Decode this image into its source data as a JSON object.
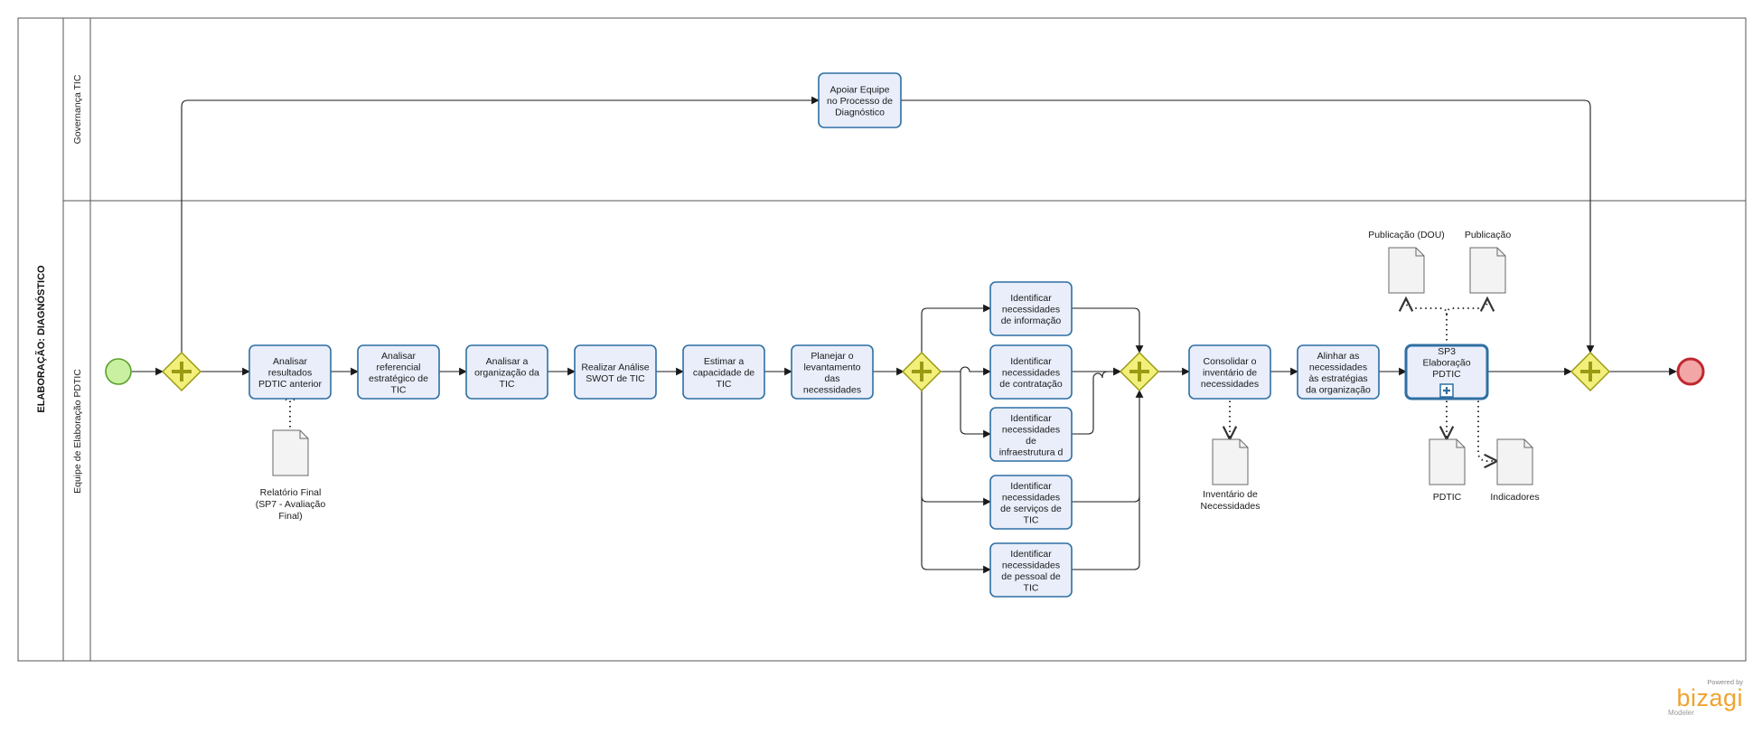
{
  "pool": {
    "title": "ELABORAÇÃO: DIAGNÓSTICO"
  },
  "lanes": {
    "top": "Governança TIC",
    "bottom": "Equipe de Elaboração PDTIC"
  },
  "tasks": {
    "apoiar": [
      "Apoiar Equipe",
      "no Processo de",
      "Diagnóstico"
    ],
    "analisar_resultados": [
      "Analisar",
      "resultados",
      "PDTIC anterior"
    ],
    "analisar_referencial": [
      "Analisar",
      "referencial",
      "estratégico de",
      "TIC"
    ],
    "analisar_organizacao": [
      "Analisar a",
      "organização da",
      "TIC"
    ],
    "swot": [
      "Realizar Análise",
      "SWOT de TIC"
    ],
    "estimar": [
      "Estimar a",
      "capacidade de",
      "TIC"
    ],
    "planejar": [
      "Planejar o",
      "levantamento",
      "das",
      "necessidades"
    ],
    "nec_informacao": [
      "Identificar",
      "necessidades",
      "de informação"
    ],
    "nec_contratacao": [
      "Identificar",
      "necessidades",
      "de contratação"
    ],
    "nec_infra": [
      "Identificar",
      "necessidades",
      "de",
      "infraestrutura d"
    ],
    "nec_servicos": [
      "Identificar",
      "necessidades",
      "de serviços de",
      "TIC"
    ],
    "nec_pessoal": [
      "Identificar",
      "necessidades",
      "de pessoal de",
      "TIC"
    ],
    "consolidar": [
      "Consolidar o",
      "inventário de",
      "necessidades"
    ],
    "alinhar": [
      "Alinhar as",
      "necessidades",
      "às estratégias",
      "da organização"
    ],
    "subprocess": [
      "SP3",
      "Elaboração",
      "PDTIC"
    ]
  },
  "artifacts": {
    "relatorio": [
      "Relatório Final",
      "(SP7 - Avaliação",
      "Final)"
    ],
    "inventario": [
      "Inventário de",
      "Necessidades"
    ],
    "publicacao_dou": [
      "Publicação (DOU)"
    ],
    "publicacao": [
      "Publicação"
    ],
    "pdtic": [
      "PDTIC"
    ],
    "indicadores": [
      "Indicadores"
    ]
  },
  "branding": {
    "powered_by": "Powered by",
    "logo": "bizagi",
    "product": "Modeler"
  },
  "colors": {
    "task_fill": "#e9eefa",
    "task_stroke": "#2f6fa3",
    "gateway_fill": "#f2f07a",
    "gateway_stroke": "#9a9a14",
    "start_fill": "#c8f0a0",
    "start_stroke": "#5aa02c",
    "end_fill": "#f2a6a6",
    "end_stroke": "#c0282f",
    "logo": "#f0a330"
  }
}
